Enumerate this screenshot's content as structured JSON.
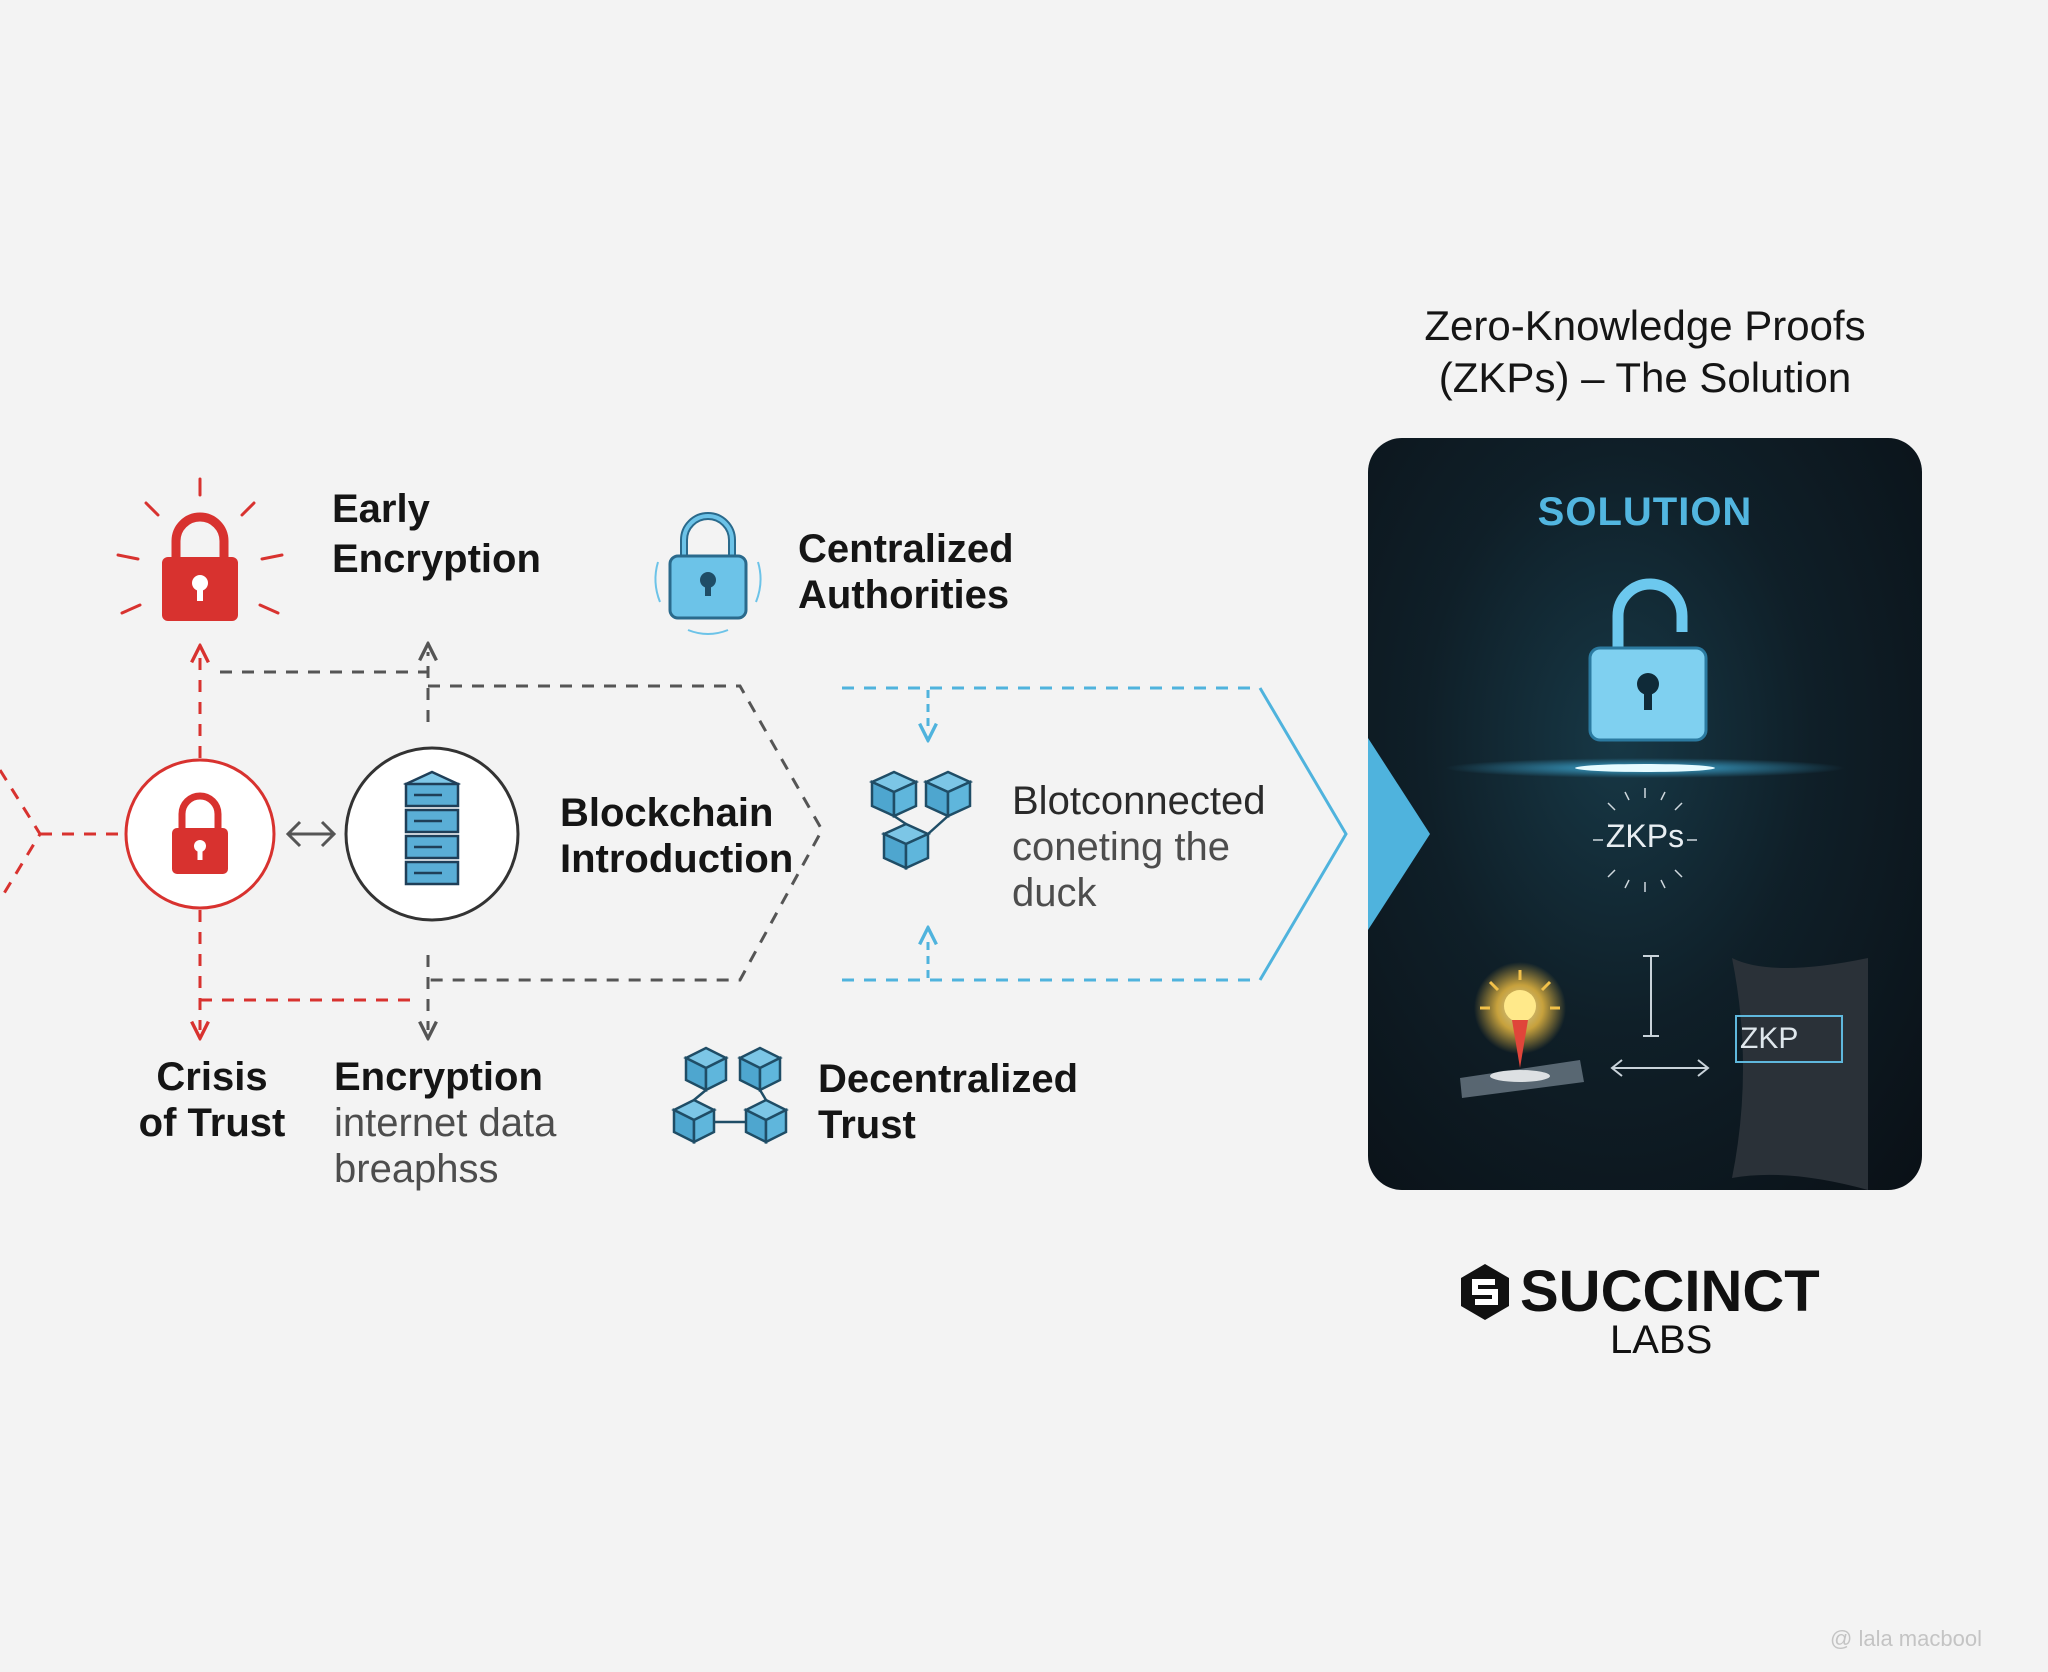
{
  "heading": {
    "line1": "Zero-Knowledge Proofs",
    "line2": "(ZKPs) – The Solution"
  },
  "nodes": {
    "early_encryption": {
      "line1": "Early",
      "line2": "Encryption"
    },
    "centralized_authorities": {
      "line1": "Centralized",
      "line2": "Authorities"
    },
    "blockchain_introduction": {
      "line1": "Blockchain",
      "line2": "Introduction"
    },
    "blotconnected": {
      "line1": "Blotconnected",
      "line2": "coneting the",
      "line3": "duck"
    },
    "crisis_of_trust": {
      "line1": "Crisis",
      "line2": "of Trust"
    },
    "encryption_breaches": {
      "line1": "Encryption",
      "line2": "internet data",
      "line3": "breaphss"
    },
    "decentralized_trust": {
      "line1": "Decentralized",
      "line2": "Trust"
    }
  },
  "panel": {
    "title": "SOLUTION",
    "zkps_label": "ZKPs",
    "zkp_box_label": "ZKP"
  },
  "logo": {
    "name": "SUCCINCT",
    "sub": "LABS"
  },
  "watermark": "@ lala macbool",
  "colors": {
    "red": "#d8322f",
    "blue": "#4fb3dd",
    "gray": "#555555",
    "panel_bg": "#0f1f28",
    "background": "#f3f3f3"
  },
  "icons": {
    "early_encryption": "red-padlock-icon",
    "centralized_authorities": "blue-padlock-icon",
    "crisis_of_trust": "red-padlock-icon",
    "blockchain_introduction": "server-stack-icon",
    "blotconnected": "connected-blocks-icon",
    "decentralized_trust": "connected-blocks-icon",
    "solution": "open-padlock-icon",
    "logo": "succinct-hexagon-logo"
  }
}
